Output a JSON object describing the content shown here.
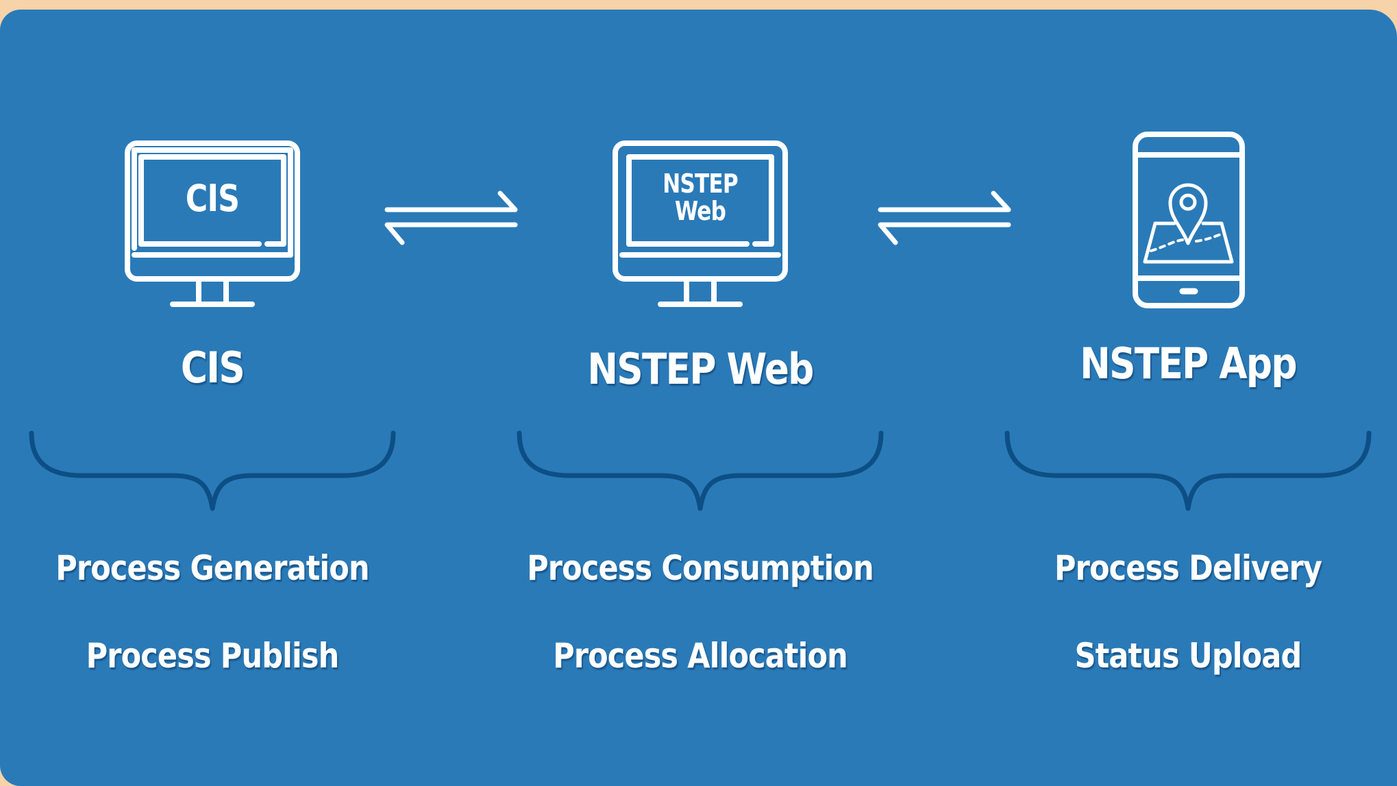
{
  "colors": {
    "background": "#f6d3a9",
    "panel": "#2a7ab8",
    "icon_stroke": "#ffffff",
    "brace": "#0d4f85",
    "text": "#ffffff"
  },
  "nodes": [
    {
      "title": "CIS",
      "icon": "desktop-monitor-icon",
      "screen_lines": [
        "CIS"
      ],
      "items": [
        "Process Generation",
        "Process Publish"
      ]
    },
    {
      "title": "NSTEP Web",
      "icon": "desktop-monitor-icon",
      "screen_lines": [
        "NSTEP",
        "Web"
      ],
      "items": [
        "Process Consumption",
        "Process Allocation"
      ]
    },
    {
      "title": "NSTEP App",
      "icon": "smartphone-map-pin-icon",
      "screen_lines": [],
      "items": [
        "Process Delivery",
        "Status Upload"
      ]
    }
  ],
  "connectors": [
    {
      "from": "CIS",
      "to": "NSTEP Web",
      "icon": "bidirectional-arrows-icon"
    },
    {
      "from": "NSTEP Web",
      "to": "NSTEP App",
      "icon": "bidirectional-arrows-icon"
    }
  ]
}
